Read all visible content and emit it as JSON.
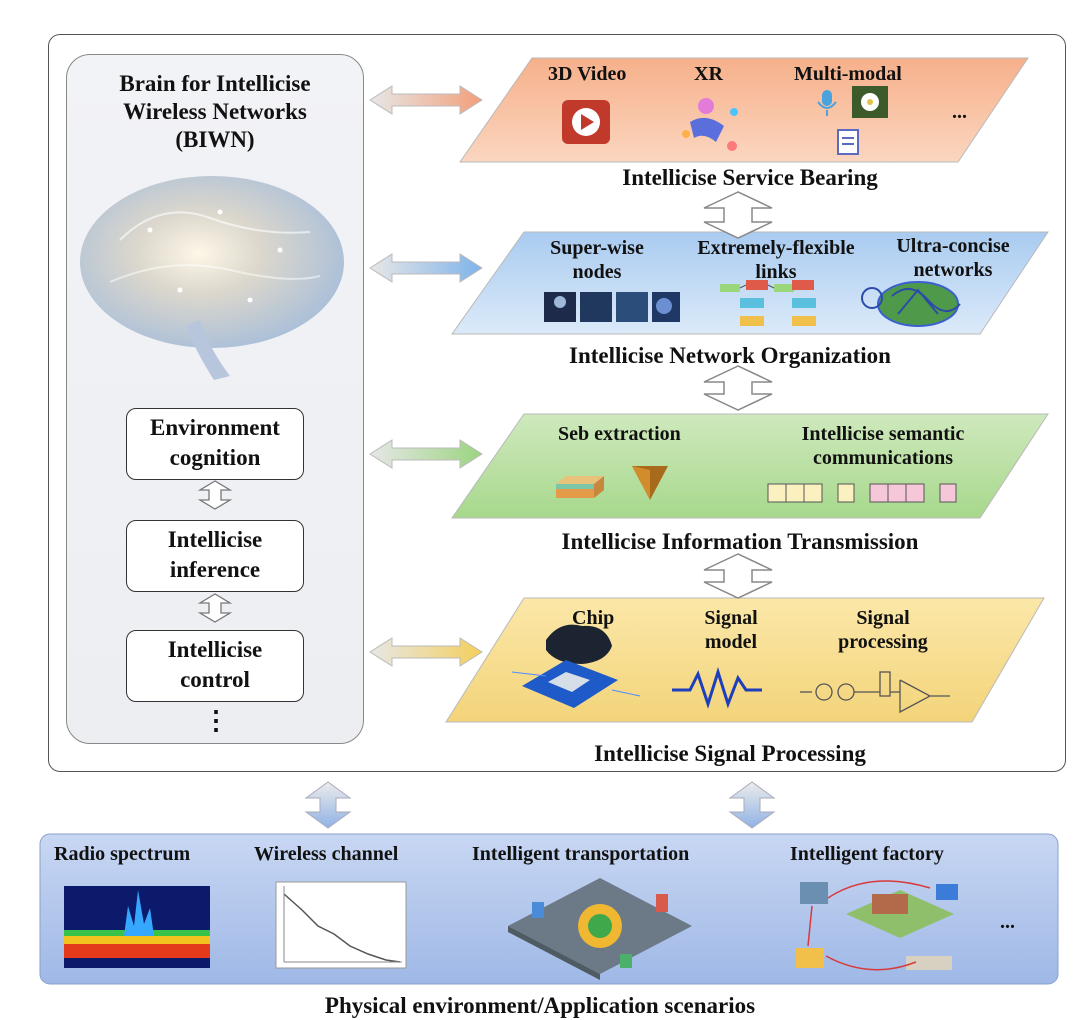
{
  "brain": {
    "title_line1": "Brain for Intellicise",
    "title_line2": "Wireless Networks",
    "title_line3": "(BIWN)",
    "steps": [
      {
        "line1": "Environment",
        "line2": "cognition"
      },
      {
        "line1": "Intellicise",
        "line2": "inference"
      },
      {
        "line1": "Intellicise",
        "line2": "control"
      }
    ],
    "more": "⋮"
  },
  "layers": [
    {
      "title": "Intellicise Service Bearing",
      "color": "#f2a07a",
      "items": [
        {
          "label": "3D Video"
        },
        {
          "label": "XR"
        },
        {
          "label": "Multi-modal"
        },
        {
          "label": "..."
        }
      ]
    },
    {
      "title": "Intellicise Network Organization",
      "color": "#9cc4ee",
      "items": [
        {
          "label_line1": "Super-wise",
          "label_line2": "nodes"
        },
        {
          "label_line1": "Extremely-flexible",
          "label_line2": "links"
        },
        {
          "label_line1": "Ultra-concise",
          "label_line2": "networks"
        }
      ]
    },
    {
      "title": "Intellicise Information Transmission",
      "color": "#b9dfa2",
      "items": [
        {
          "label": "Seb extraction"
        },
        {
          "label_line1": "Intellicise semantic",
          "label_line2": "communications"
        }
      ]
    },
    {
      "title": "Intellicise Signal Processing",
      "color": "#f6df8e",
      "items": [
        {
          "label": "Chip"
        },
        {
          "label_line1": "Signal",
          "label_line2": "model"
        },
        {
          "label_line1": "Signal",
          "label_line2": "processing"
        }
      ]
    }
  ],
  "physical": {
    "title": "Physical environment/Application scenarios",
    "items": [
      {
        "label": "Radio spectrum"
      },
      {
        "label": "Wireless channel"
      },
      {
        "label": "Intelligent transportation"
      },
      {
        "label": "Intelligent factory"
      },
      {
        "label": "..."
      }
    ]
  }
}
